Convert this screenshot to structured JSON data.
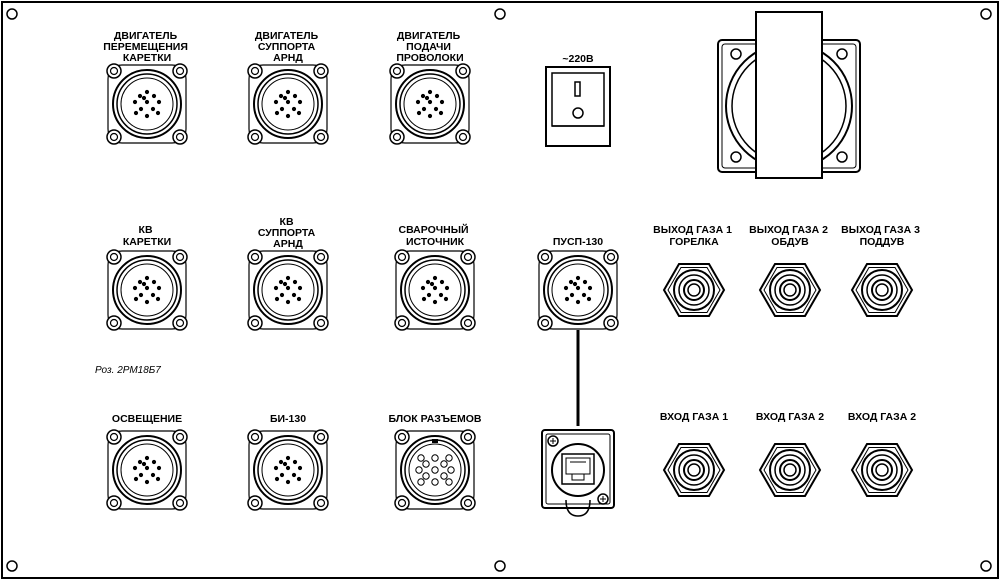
{
  "panel": {
    "labels": {
      "motor_carriage": [
        "ДВИГАТЕЛЬ",
        "ПЕРЕМЕЩЕНИЯ",
        "КАРЕТКИ"
      ],
      "motor_support": [
        "ДВИГАТЕЛЬ",
        "СУППОРТА",
        "АРНД"
      ],
      "motor_wire": [
        "ДВИГАТЕЛЬ",
        "ПОДАЧИ",
        "ПРОВОЛОКИ"
      ],
      "switch": [
        "~220В"
      ],
      "kv_carriage": [
        "КВ",
        "КАРЕТКИ"
      ],
      "kv_support": [
        "КВ",
        "СУППОРТА",
        "АРНД"
      ],
      "welding_source": [
        "СВАРОЧНЫЙ",
        "ИСТОЧНИК"
      ],
      "pusp": [
        "ПУСП-130"
      ],
      "lighting": [
        "ОСВЕЩЕНИЕ"
      ],
      "bi": [
        "БИ-130"
      ],
      "connector_block": [
        "БЛОК РАЗЪЕМОВ"
      ],
      "gas_out_1": [
        "ВЫХОД ГАЗА 1",
        "ГОРЕЛКА"
      ],
      "gas_out_2": [
        "ВЫХОД ГАЗА 2",
        "ОБДУВ"
      ],
      "gas_out_3": [
        "ВЫХОД ГАЗА 3",
        "ПОДДУВ"
      ],
      "gas_in_1": [
        "ВХОД ГАЗА 1"
      ],
      "gas_in_2a": [
        "ВХОД ГАЗА 2"
      ],
      "gas_in_2b": [
        "ВХОД ГАЗА 2"
      ]
    },
    "note": "Роз. 2РМ18Б7",
    "switch_marks": {
      "on": "I",
      "off": "O"
    },
    "colors": {
      "line": "#000000",
      "background": "#ffffff"
    }
  }
}
